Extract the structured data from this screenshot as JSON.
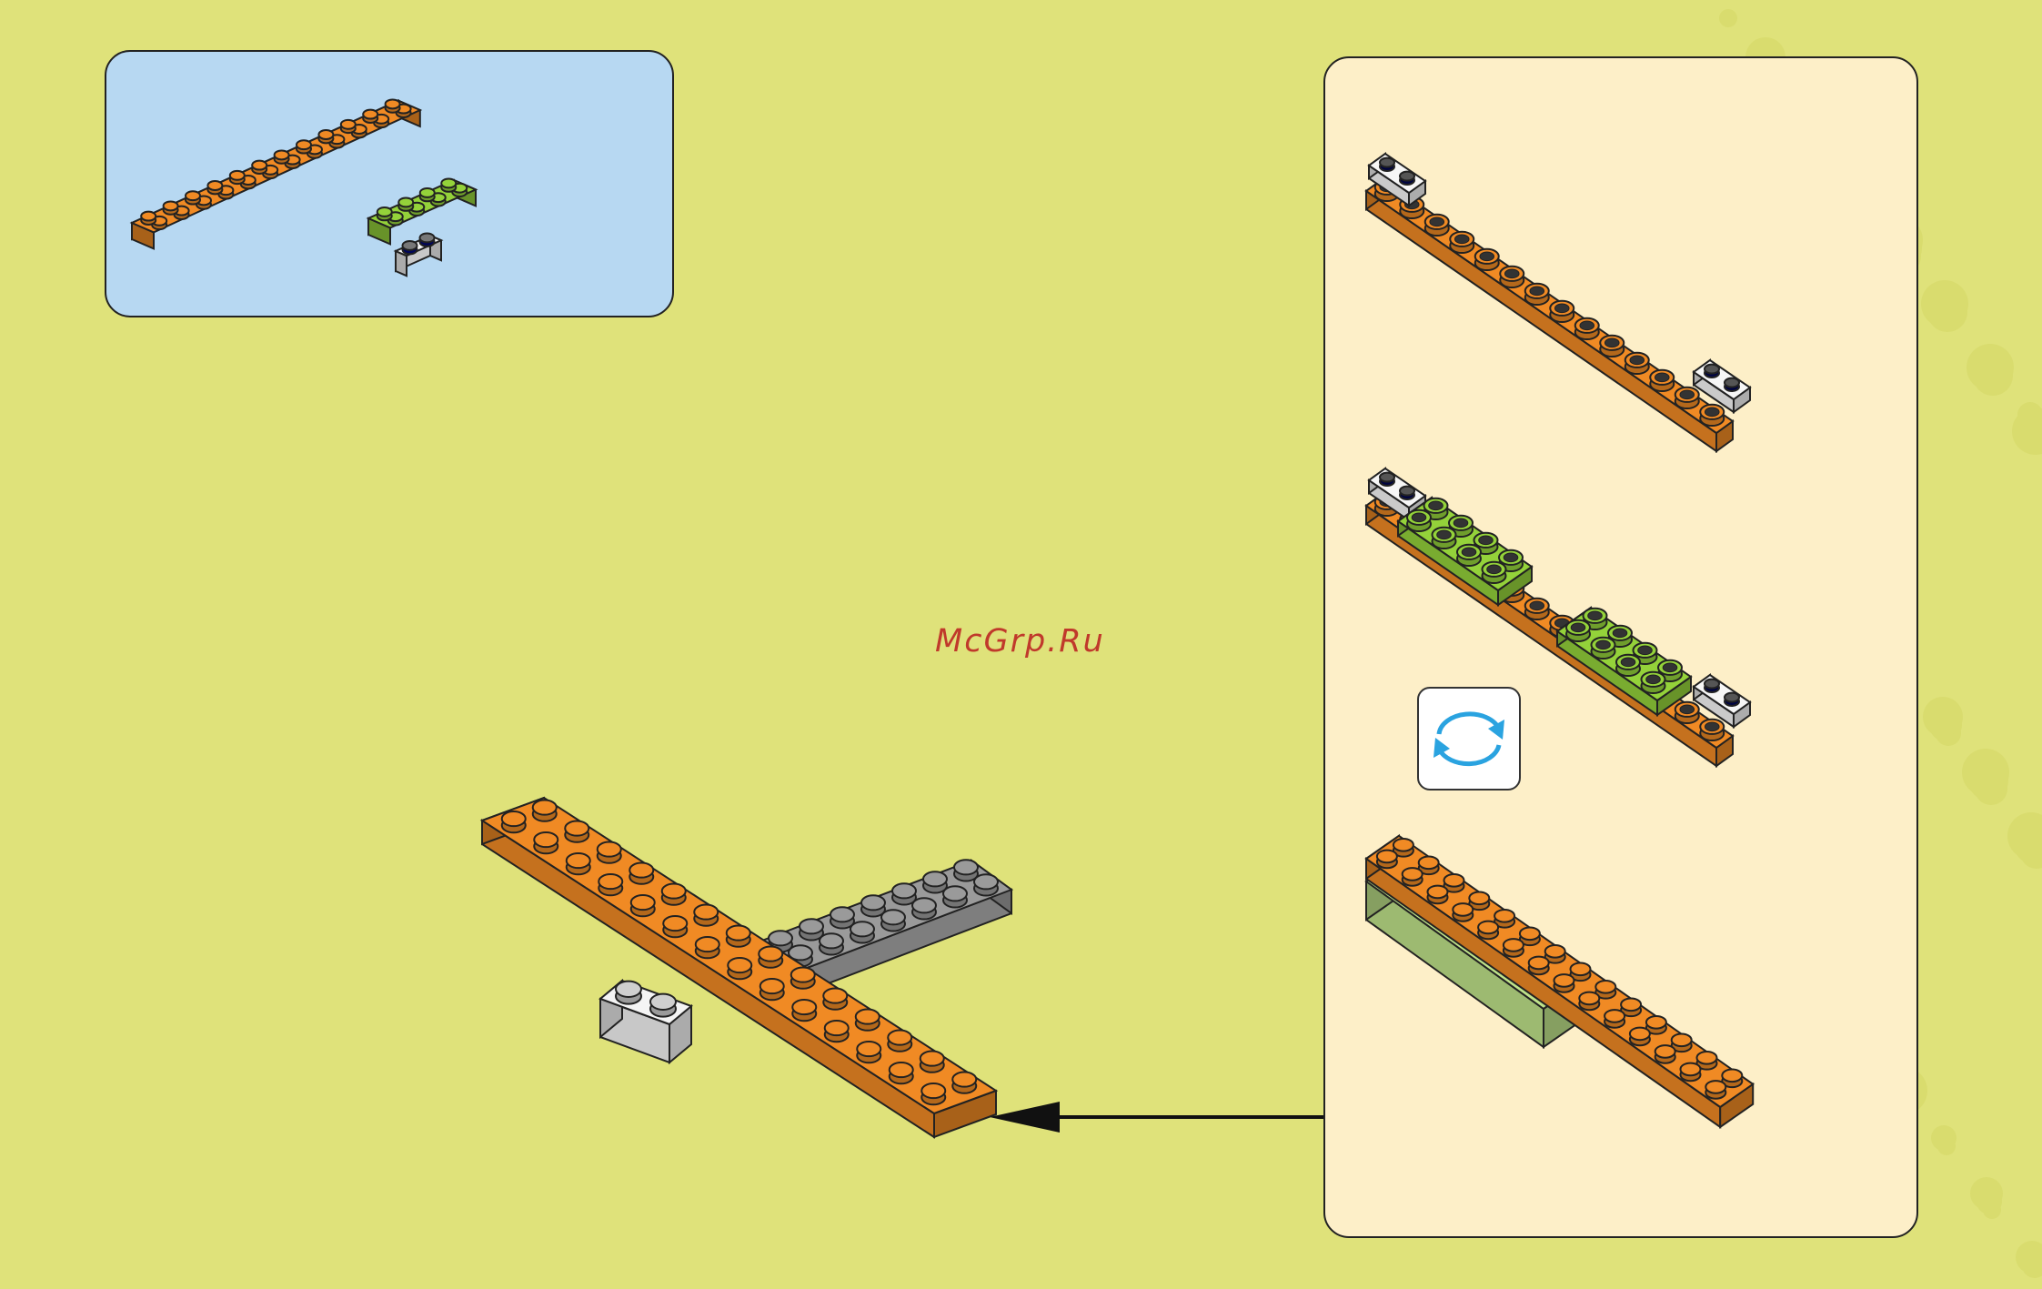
{
  "watermark": {
    "text": "McGrp.Ru"
  },
  "parts_panel": {
    "background": "#b7d8f2",
    "parts": [
      {
        "name": "orange-plate-2x12",
        "color": "#f08a24"
      },
      {
        "name": "green-plate-2x4",
        "color": "#94d23a"
      },
      {
        "name": "white-plate-1x2",
        "color": "#f4f4f4"
      }
    ]
  },
  "steps_panel": {
    "background": "#fdefc8",
    "steps": [
      {
        "name": "orange-tile-with-clear-ends"
      },
      {
        "name": "green-plates-added"
      },
      {
        "name": "flipped-assembly"
      }
    ]
  },
  "rotate_icon": {
    "icon": "rotate-arrows-icon",
    "color": "#2aa3e0"
  },
  "main_model": {
    "colors": {
      "orange": "#f08a24",
      "gray": "#9a9a9a",
      "white": "#f4f4f4",
      "green": "#94d23a"
    }
  },
  "colors": {
    "page_background": "#dfe27a",
    "watermark": "#c0392b",
    "arrow": "#111111"
  }
}
